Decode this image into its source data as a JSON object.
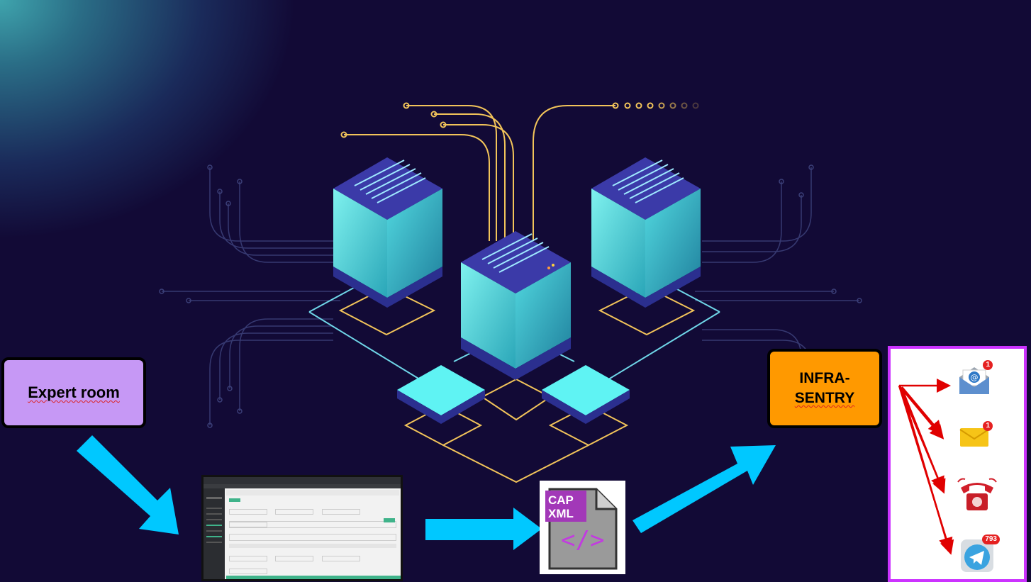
{
  "nodes": {
    "expert_room": "Expert room",
    "infra_line1": "INFRA-",
    "infra_line2": "SENTRY"
  },
  "cap_file": {
    "line1": "CAP",
    "line2": "XML",
    "symbol": "</>"
  },
  "notifications": {
    "email_badge": "1",
    "mail_badge": "1",
    "telegram_badge": "793",
    "icons": [
      "email-icon",
      "envelope-icon",
      "telephone-icon",
      "telegram-icon"
    ]
  },
  "colors": {
    "arrow": "#00c8ff",
    "expert_box": "#c698f5",
    "infra_box": "#ff9900",
    "panel_border": "#cc33ff",
    "red_arrows": "#e00000",
    "circuit": "#f2c45a"
  }
}
